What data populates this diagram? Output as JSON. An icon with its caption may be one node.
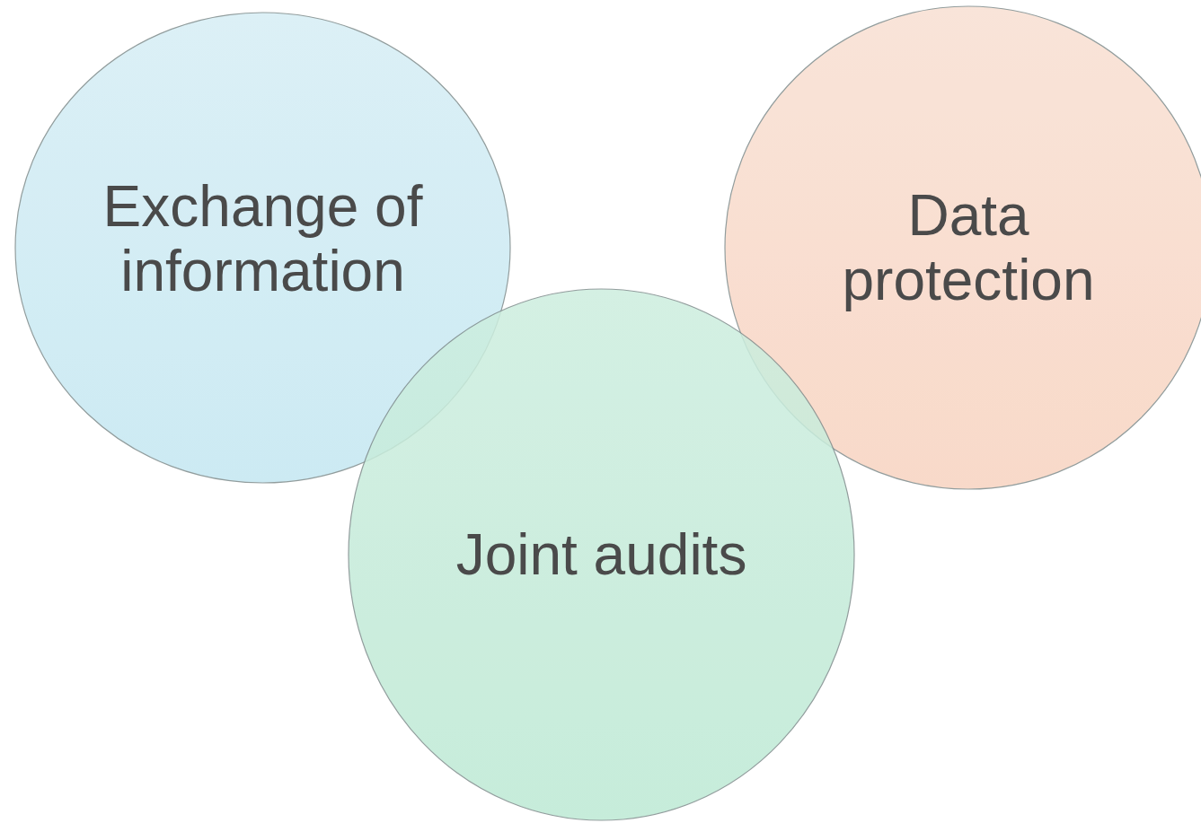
{
  "diagram": {
    "nodes": [
      {
        "text": [
          "Exchange of information"
        ]
      },
      {
        "text": [
          "Data protection"
        ]
      },
      {
        "text": [
          "Joint audits"
        ]
      }
    ]
  }
}
